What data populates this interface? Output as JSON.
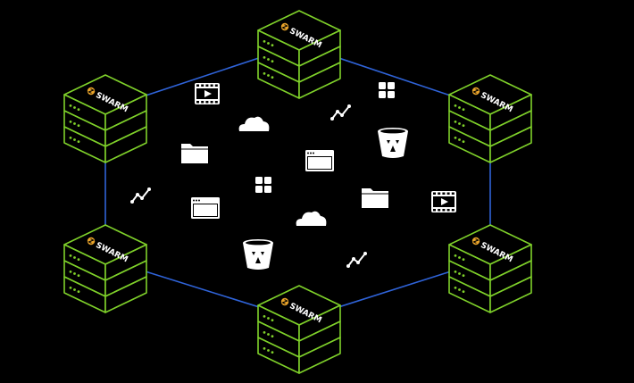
{
  "diagram": {
    "brand_label": "SWARM",
    "brand_sublabel": "",
    "nodes": [
      {
        "id": "node-top"
      },
      {
        "id": "node-top-right"
      },
      {
        "id": "node-bottom-right"
      },
      {
        "id": "node-bottom"
      },
      {
        "id": "node-bottom-left"
      },
      {
        "id": "node-top-left"
      }
    ],
    "links": [
      [
        "node-top",
        "node-top-right"
      ],
      [
        "node-top-right",
        "node-bottom-right"
      ],
      [
        "node-bottom-right",
        "node-bottom"
      ],
      [
        "node-bottom",
        "node-bottom-left"
      ],
      [
        "node-bottom-left",
        "node-top-left"
      ],
      [
        "node-top-left",
        "node-top"
      ]
    ],
    "content_icons": [
      {
        "type": "video-icon"
      },
      {
        "type": "apps-grid-icon"
      },
      {
        "type": "cloud-icon"
      },
      {
        "type": "chart-line-icon"
      },
      {
        "type": "folder-icon"
      },
      {
        "type": "browser-window-icon"
      },
      {
        "type": "bucket-icon"
      },
      {
        "type": "chart-line-icon"
      },
      {
        "type": "apps-grid-icon"
      },
      {
        "type": "folder-icon"
      },
      {
        "type": "video-icon"
      },
      {
        "type": "browser-window-icon"
      },
      {
        "type": "cloud-icon"
      },
      {
        "type": "bucket-icon"
      },
      {
        "type": "chart-line-icon"
      }
    ],
    "colors": {
      "background": "#000000",
      "node_outline": "#7fd12a",
      "link": "#2f63d8",
      "icon": "#ffffff",
      "brand_badge": "#e8a32a"
    }
  }
}
